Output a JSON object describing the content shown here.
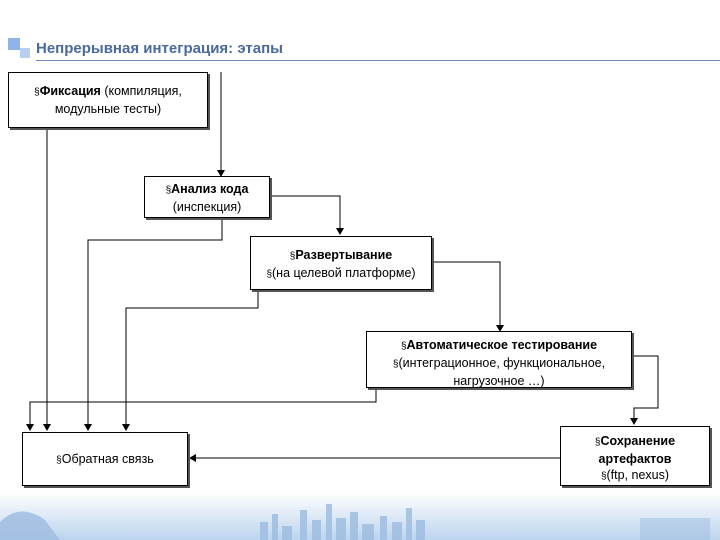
{
  "title": "Непрерывная интеграция: этапы",
  "bullet": "§",
  "boxes": {
    "commit": {
      "bold": "Фиксация",
      "rest": " (компиляция,",
      "line2": "модульные тесты)"
    },
    "analysis": {
      "bold": "Анализ кода",
      "line2": "(инспекция)"
    },
    "deploy": {
      "bold": "Развертывание",
      "line2": "(на целевой платформе)"
    },
    "testing": {
      "bold": "Автоматическое тестирование",
      "line2": "(интеграционное, функциональное,",
      "line3": "нагрузочное …)"
    },
    "artifacts": {
      "bold1": "Сохранение",
      "bold2": "артефактов",
      "line3": "(ftp, nexus)"
    },
    "feedback": {
      "text": "Обратная связь"
    }
  },
  "colors": {
    "title": "#4a6a9a",
    "accent": "#8fb4e8",
    "line": "#000000"
  }
}
